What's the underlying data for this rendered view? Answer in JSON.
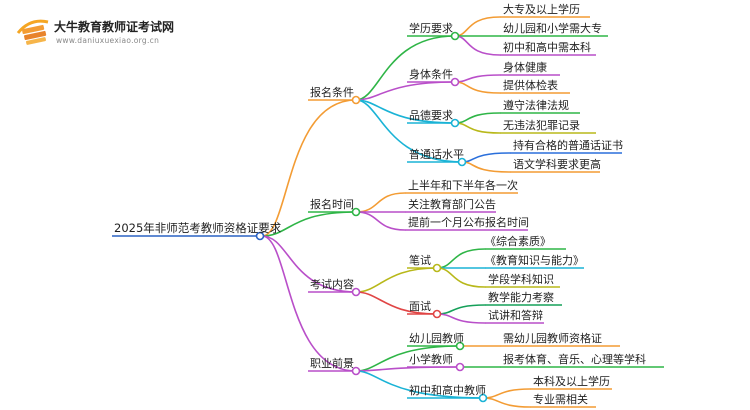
{
  "logo": {
    "title": "大牛教育教师证考试网",
    "url": "www.daniuxuexiao.org.cn",
    "icon": "book-stack-icon"
  },
  "colors": {
    "orange": "#f39c34",
    "green": "#2fb547",
    "purple": "#b94fc9",
    "cyan": "#1ab3d6",
    "olive": "#b8b81a",
    "darkgreen": "#15a059",
    "blue": "#2a6fdb",
    "red": "#e04545",
    "root": "#2a62c4"
  },
  "mindmap": {
    "root": "2025年非师范考教师资格证要求",
    "branches": [
      {
        "label": "报名条件",
        "children": [
          {
            "label": "学历要求",
            "children": [
              "大专及以上学历",
              "幼儿园和小学需大专",
              "初中和高中需本科"
            ]
          },
          {
            "label": "身体条件",
            "children": [
              "身体健康",
              "提供体检表"
            ]
          },
          {
            "label": "品德要求",
            "children": [
              "遵守法律法规",
              "无违法犯罪记录"
            ]
          },
          {
            "label": "普通话水平",
            "children": [
              "持有合格的普通话证书",
              "语文学科要求更高"
            ]
          }
        ]
      },
      {
        "label": "报名时间",
        "children": [
          "上半年和下半年各一次",
          "关注教育部门公告",
          "提前一个月公布报名时间"
        ]
      },
      {
        "label": "考试内容",
        "children": [
          {
            "label": "笔试",
            "children": [
              "《综合素质》",
              "《教育知识与能力》",
              "学段学科知识"
            ]
          },
          {
            "label": "面试",
            "children": [
              "教学能力考察",
              "试讲和答辩"
            ]
          }
        ]
      },
      {
        "label": "职业前景",
        "children": [
          {
            "label": "幼儿园教师",
            "children": [
              "需幼儿园教师资格证"
            ]
          },
          {
            "label": "小学教师",
            "children": [
              "报考体育、音乐、心理等学科"
            ]
          },
          {
            "label": "初中和高中教师",
            "children": [
              "本科及以上学历",
              "专业需相关"
            ]
          }
        ]
      }
    ]
  }
}
